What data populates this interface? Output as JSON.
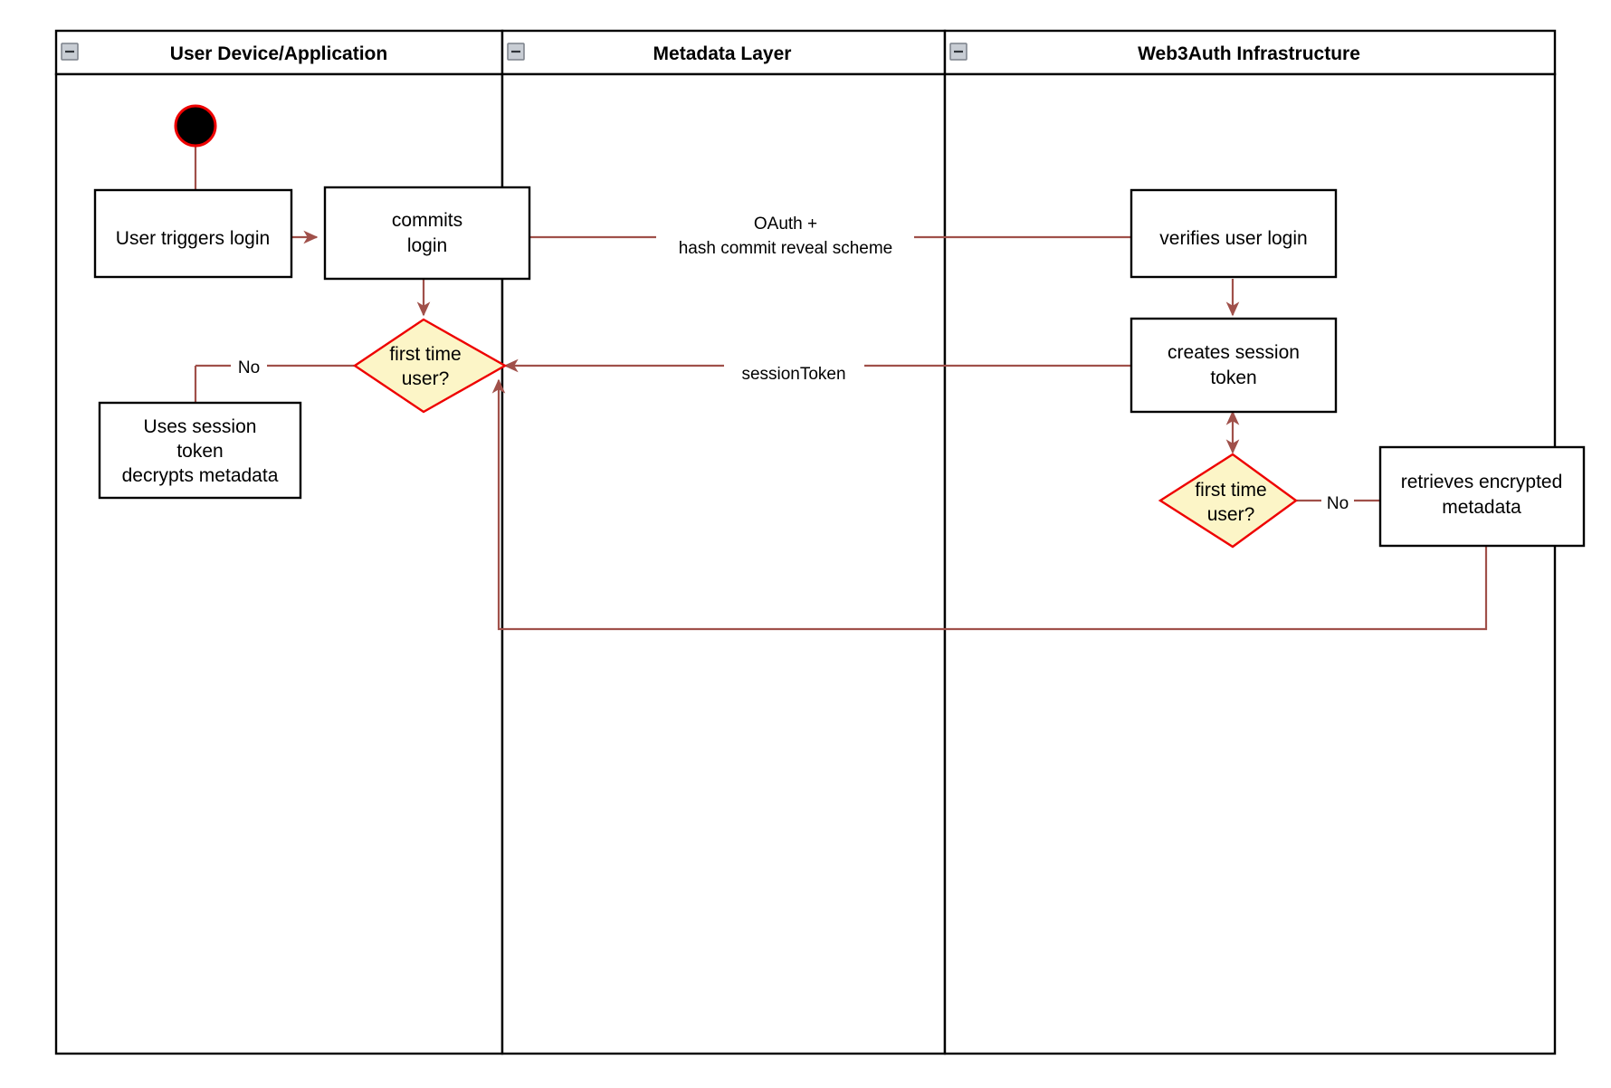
{
  "diagram": {
    "type": "uml-activity-swimlane",
    "title_bar_present": false,
    "colors": {
      "flow_arrow": "#a0504a",
      "decision_fill": "#fcf5c7",
      "decision_border": "#ee0000",
      "box_border": "#000000",
      "start_node_fill": "#000000",
      "start_node_border": "#ee0000",
      "lane_border": "#000000",
      "collapse_icon_fill": "#c8cdd4"
    }
  },
  "lanes": [
    {
      "id": "user-device",
      "label": "User Device/Application",
      "collapse_icon": "minus-icon"
    },
    {
      "id": "metadata-layer",
      "label": "Metadata Layer",
      "collapse_icon": "minus-icon"
    },
    {
      "id": "web3auth",
      "label": "Web3Auth Infrastructure",
      "collapse_icon": "minus-icon"
    }
  ],
  "nodes": {
    "start": {
      "type": "initial-node",
      "label": ""
    },
    "user_triggers_login": {
      "type": "action",
      "lines": [
        "User triggers login"
      ]
    },
    "commits_login": {
      "type": "action",
      "lines": [
        "commits",
        "login"
      ]
    },
    "first_time_user_left": {
      "type": "decision",
      "lines": [
        "first time",
        "user?"
      ]
    },
    "uses_session_token": {
      "type": "action",
      "lines": [
        "Uses session",
        "token",
        "decrypts metadata"
      ]
    },
    "verifies_user_login": {
      "type": "action",
      "lines": [
        "verifies user login"
      ]
    },
    "creates_session_token": {
      "type": "action",
      "lines": [
        "creates session",
        "token"
      ]
    },
    "first_time_user_right": {
      "type": "decision",
      "lines": [
        "first time",
        "user?"
      ]
    },
    "retrieves_encrypted_metadata": {
      "type": "action",
      "lines": [
        "retrieves encrypted",
        "metadata"
      ]
    }
  },
  "edge_labels": {
    "oauth": {
      "lines": [
        "OAuth +",
        "hash commit reveal scheme"
      ]
    },
    "session_token": {
      "lines": [
        "sessionToken"
      ]
    },
    "no_left": {
      "lines": [
        "No"
      ]
    },
    "no_right": {
      "lines": [
        "No"
      ]
    }
  }
}
